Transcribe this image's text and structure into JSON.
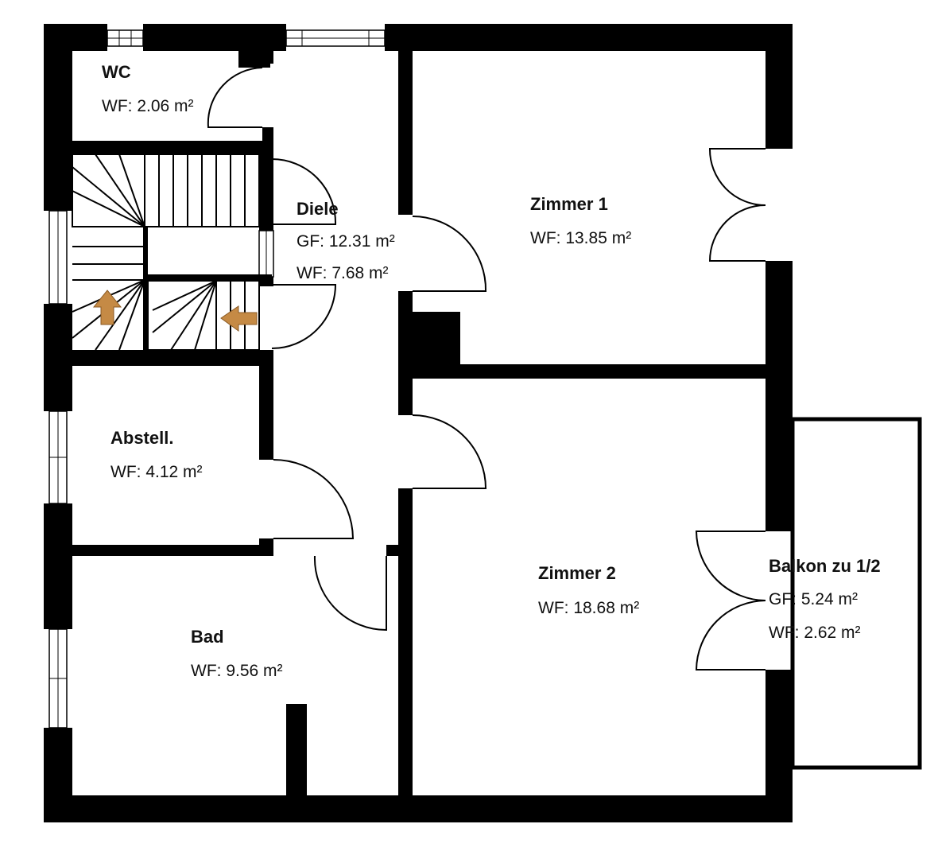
{
  "rooms": [
    {
      "id": "wc",
      "name": "WC",
      "areas": [
        "WF: 2.06 m²"
      ]
    },
    {
      "id": "diele",
      "name": "Diele",
      "areas": [
        "GF: 12.31 m²",
        "WF: 7.68 m²"
      ]
    },
    {
      "id": "zimmer1",
      "name": "Zimmer 1",
      "areas": [
        "WF: 13.85 m²"
      ]
    },
    {
      "id": "abstell",
      "name": "Abstell.",
      "areas": [
        "WF: 4.12 m²"
      ]
    },
    {
      "id": "zimmer2",
      "name": "Zimmer 2",
      "areas": [
        "WF: 18.68 m²"
      ]
    },
    {
      "id": "balkon",
      "name": "Balkon zu 1/2",
      "areas": [
        "GF: 5.24 m²",
        "WF: 2.62 m²"
      ]
    },
    {
      "id": "bad",
      "name": "Bad",
      "areas": [
        "WF: 9.56 m²"
      ]
    }
  ],
  "colors": {
    "wall": "#000000",
    "arrow": "#c58a45",
    "background": "#ffffff"
  },
  "icons": [
    "stair-up-arrow-icon",
    "stair-left-arrow-icon"
  ]
}
